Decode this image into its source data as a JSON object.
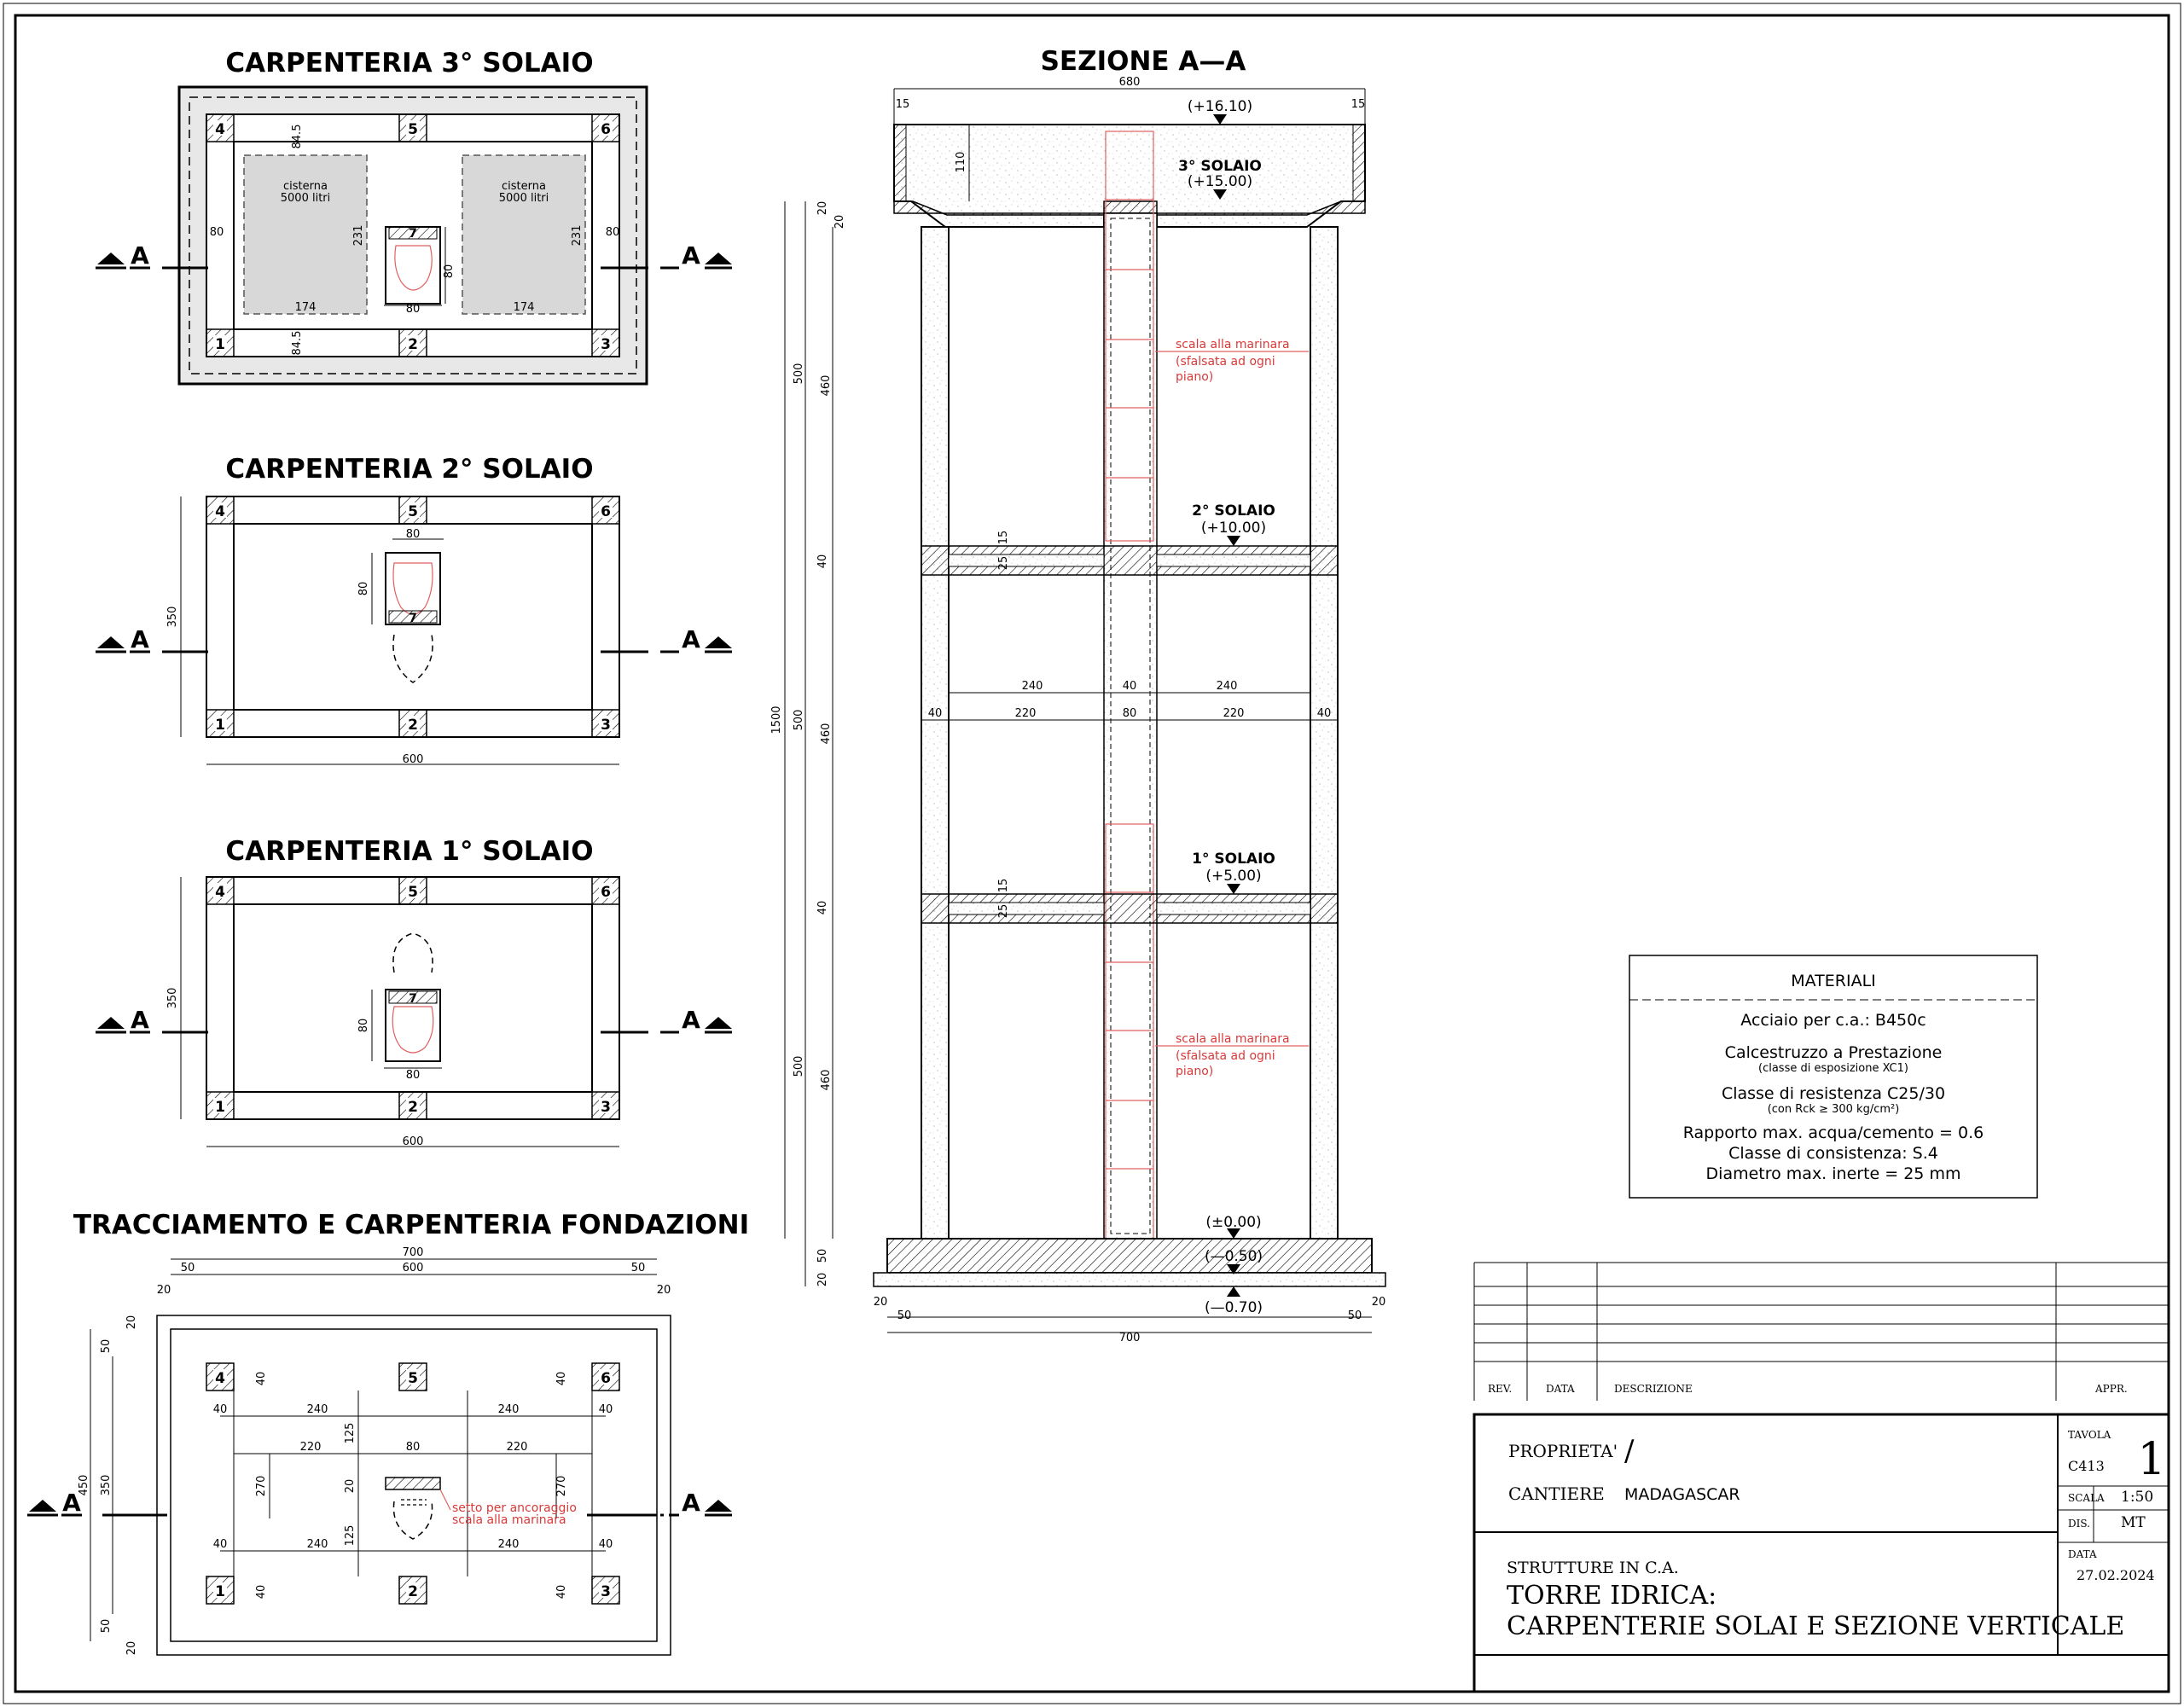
{
  "titles": {
    "plan3": "CARPENTERIA 3° SOLAIO",
    "plan2": "CARPENTERIA 2° SOLAIO",
    "plan1": "CARPENTERIA 1° SOLAIO",
    "found": "TRACCIAMENTO E CARPENTERIA FONDAZIONI",
    "section": "SEZIONE A—A"
  },
  "section_mark": "A",
  "pillars": [
    "1",
    "2",
    "3",
    "4",
    "5",
    "6",
    "7"
  ],
  "plan3": {
    "tank_label": "cisterna",
    "tank_volume": "5000  litri",
    "dims": {
      "d845": "84.5",
      "d80": "80",
      "d231": "231",
      "d174": "174"
    }
  },
  "plan_dims": {
    "d80": "80",
    "d350": "350",
    "d600": "600"
  },
  "found_dims": {
    "d700": "700",
    "d600": "600",
    "d50": "50",
    "d20": "20",
    "d40": "40",
    "d240": "240",
    "d220": "220",
    "d80": "80",
    "d125": "125",
    "d270": "270",
    "d450": "450",
    "d350": "350"
  },
  "found_note": [
    "setto per ancoraggio",
    "scala alla marinara"
  ],
  "section": {
    "dims": {
      "d680": "680",
      "d15": "15",
      "d110": "110",
      "d20": "20",
      "d500": "500",
      "d460": "460",
      "d40": "40",
      "d25": "25",
      "d1500": "1500",
      "d240": "240",
      "d220": "220",
      "d80": "80",
      "d50": "50",
      "d700": "700"
    },
    "levels": {
      "top": "(+16.10)",
      "s3": "(+15.00)",
      "s2": "(+10.00)",
      "s1": "(+5.00)",
      "zero": "(±0.00)",
      "m050": "(—0.50)",
      "m070": "(—0.70)"
    },
    "slab_labels": {
      "s3": "3° SOLAIO",
      "s2": "2° SOLAIO",
      "s1": "1° SOLAIO"
    },
    "ladder_note": [
      "scala alla marinara",
      "(sfalsata ad ogni",
      "piano)"
    ]
  },
  "materials": {
    "title": "MATERIALI",
    "lines": [
      {
        "text": "Acciaio per c.a.: B450c",
        "small": false
      },
      {
        "text": "Calcestruzzo a Prestazione",
        "small": false
      },
      {
        "text": "(classe di esposizione XC1)",
        "small": true
      },
      {
        "text": "Classe di resistenza C25/30",
        "small": false
      },
      {
        "text": "(con Rck ≥ 300 kg/cm²)",
        "small": true
      },
      {
        "text": "Rapporto max. acqua/cemento = 0.6",
        "small": false
      },
      {
        "text": "Classe di consistenza: S.4",
        "small": false
      },
      {
        "text": "Diametro max. inerte = 25 mm",
        "small": false
      }
    ]
  },
  "revision_table": {
    "rev": "REV.",
    "data": "DATA",
    "descr": "DESCRIZIONE",
    "appr": "APPR."
  },
  "title_block": {
    "proprieta_label": "PROPRIETA'",
    "proprieta_value": "/",
    "cantiere_label": "CANTIERE",
    "cantiere_value": "MADAGASCAR",
    "subject_small": "STRUTTURE IN C.A.",
    "subject_line1": "TORRE IDRICA:",
    "subject_line2": "CARPENTERIE SOLAI E SEZIONE VERTICALE",
    "tavola_label": "TAVOLA",
    "tavola_code": "C413",
    "tavola_number": "1",
    "scala_label": "SCALA",
    "scala_value": "1:50",
    "dis_label": "DIS.",
    "dis_value": "MT",
    "data_label": "DATA",
    "data_value": "27.02.2024"
  }
}
